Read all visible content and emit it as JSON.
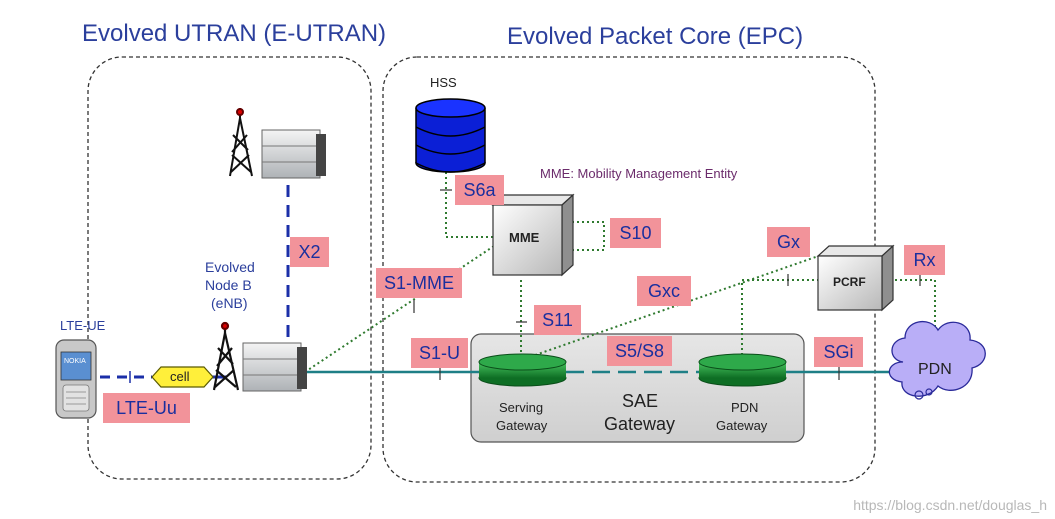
{
  "regions": {
    "eutran_title": "Evolved UTRAN (E-UTRAN)",
    "epc_title": "Evolved Packet Core (EPC)"
  },
  "nodes": {
    "hss": "HSS",
    "mme_caption": "MME: Mobility Management Entity",
    "mme": "MME",
    "pcrf": "PCRF",
    "pdn": "PDN",
    "lte_ue": "LTE-UE",
    "enb_line1": "Evolved",
    "enb_line2": "Node B",
    "enb_line3": "(eNB)",
    "cell": "cell",
    "serving_gw_line1": "Serving",
    "serving_gw_line2": "Gateway",
    "sae_gw_line1": "SAE",
    "sae_gw_line2": "Gateway",
    "pdn_gw_line1": "PDN",
    "pdn_gw_line2": "Gateway",
    "nokia_brand": "NOKIA"
  },
  "interfaces": {
    "s6a": "S6a",
    "s10": "S10",
    "x2": "X2",
    "s1_mme": "S1-MME",
    "gx": "Gx",
    "rx": "Rx",
    "gxc": "Gxc",
    "s11": "S11",
    "s1_u": "S1-U",
    "s5_s8": "S5/S8",
    "sgi": "SGi",
    "lte_uu": "LTE-Uu"
  },
  "watermark": "https://blog.csdn.net/douglas_h",
  "colors": {
    "region_title": "#2b3f9c",
    "interface_label_bg": "#f2939a",
    "interface_label_text": "#1a2f9e",
    "gateway_green": "#1f9a3a",
    "user_plane_line": "#1e7f86",
    "control_plane_dotted": "#2f7a2f",
    "x2_dashed": "#1b2fa8",
    "hss_blue": "#0b1fd6",
    "cell_yellow": "#ffef3a",
    "sae_box": "#d9d9d9",
    "pdn_cloud": "#b9aef7"
  }
}
